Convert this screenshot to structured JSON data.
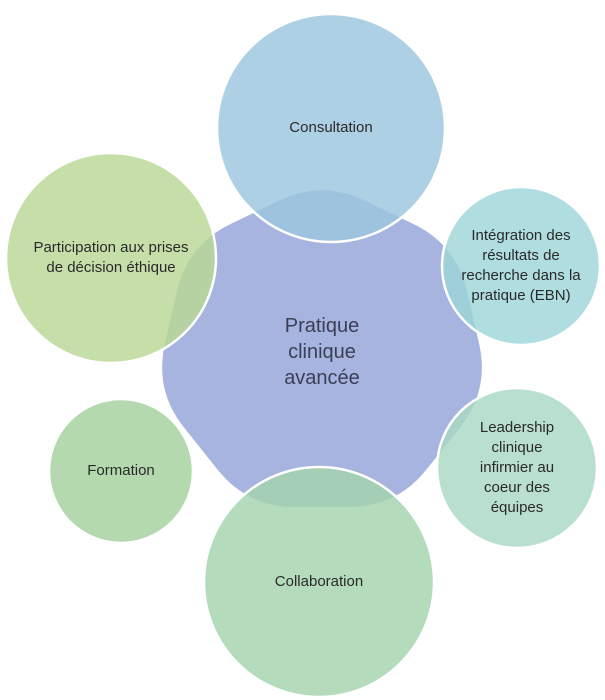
{
  "diagram": {
    "center": {
      "lines": [
        "Pratique",
        "clinique",
        "avancée"
      ],
      "color": "#A6B4DF",
      "stroke": "#8E9ED3"
    },
    "nodes": [
      {
        "id": "consultation",
        "lines": [
          "Consultation"
        ],
        "color": "#9CC6DF"
      },
      {
        "id": "ebn",
        "lines": [
          "Intégration des",
          "résultats de",
          "recherche dans la",
          "pratique (EBN)"
        ],
        "color": "#9ED6D9"
      },
      {
        "id": "leadership",
        "lines": [
          "Leadership",
          "clinique",
          "infirmier au",
          "coeur des",
          "équipes"
        ],
        "color": "#A9D8C4"
      },
      {
        "id": "collaboration",
        "lines": [
          "Collaboration"
        ],
        "color": "#A5D3AE"
      },
      {
        "id": "formation",
        "lines": [
          "Formation"
        ],
        "color": "#A3D19E"
      },
      {
        "id": "ethique",
        "lines": [
          "Participation aux prises",
          "de décision éthique"
        ],
        "color": "#B9D896"
      }
    ]
  }
}
